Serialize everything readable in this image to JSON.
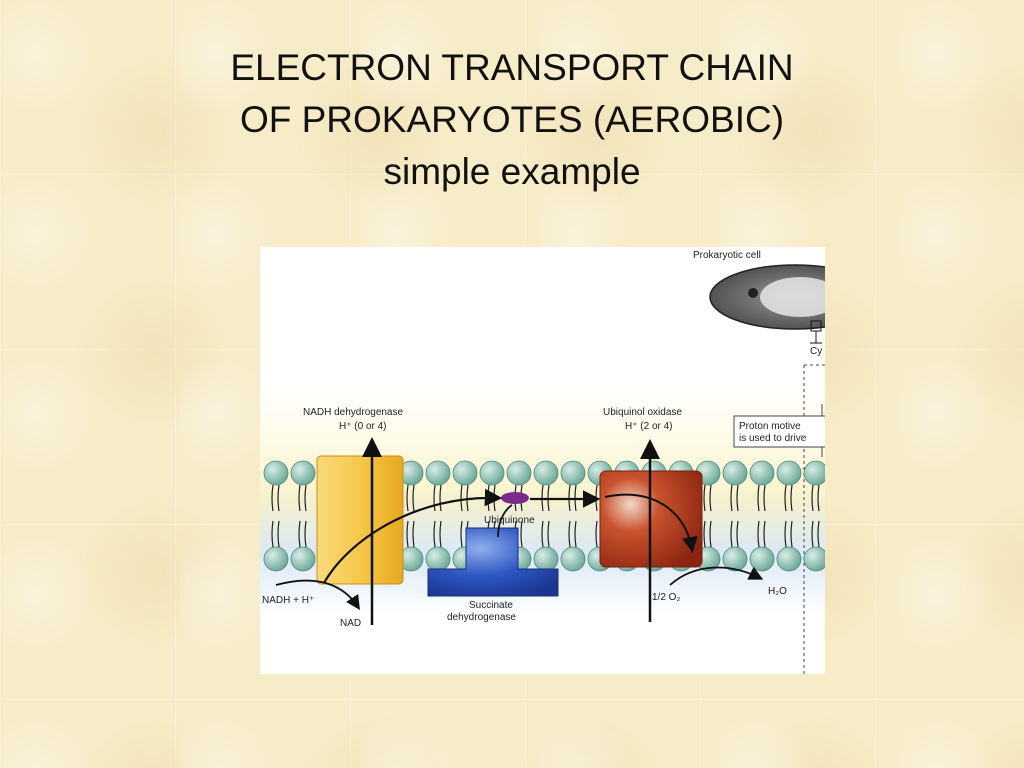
{
  "slide": {
    "title_line1": "ELECTRON TRANSPORT CHAIN",
    "title_line2": "OF PROKARYOTES (AEROBIC)",
    "title_line3": "simple example"
  },
  "diagram": {
    "prokaryotic_cell": "Prokaryotic cell",
    "inset_letter": "Cy",
    "nadh_dehydrogenase": "NADH dehydrogenase",
    "nadh_dehydrogenase_protons": "H⁺ (0 or 4)",
    "ubiquinol_oxidase": "Ubiquinol oxidase",
    "ubiquinol_oxidase_protons": "H⁺ (2 or 4)",
    "proton_motive_line1": "Proton motive",
    "proton_motive_line2": "is used to drive",
    "ubiquinone": "Ubiquinone",
    "nadh_h": "NADH + H⁺",
    "nad": "NAD",
    "succinate_line1": "Succinate",
    "succinate_line2": "dehydrogenase",
    "half_o2": "1/2 O₂",
    "h2o": "H₂O",
    "colors": {
      "nadh_complex": "#f5c84a",
      "succinate_complex": "#2348b0",
      "ubiquinol_complex": "#b3381a",
      "ubiquinone": "#7a2a8a",
      "lipid_head": "#7fb5a6"
    }
  }
}
